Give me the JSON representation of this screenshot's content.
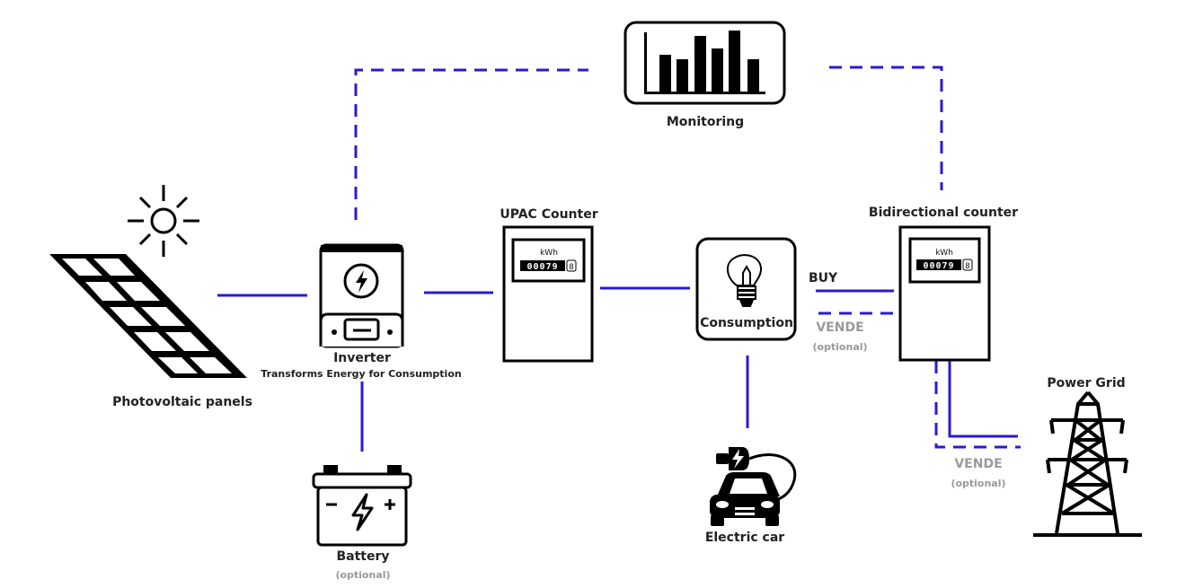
{
  "colors": {
    "line": "#2a1ad6",
    "icon": "#000000",
    "label": "#222222",
    "optional": "#9a9a9a"
  },
  "nodes": {
    "monitoring": {
      "label": "Monitoring",
      "icon": "bar-chart-icon"
    },
    "panels": {
      "label": "Photovoltaic panels",
      "icon": "solar-panel-icon"
    },
    "sun": {
      "icon": "sun-icon"
    },
    "inverter": {
      "label": "Inverter",
      "sublabel": "Transforms Energy for Consumption",
      "icon": "inverter-icon"
    },
    "battery": {
      "label": "Battery",
      "optional": "(optional)",
      "icon": "battery-icon"
    },
    "upac": {
      "label": "UPAC Counter",
      "unit": "kWh",
      "digits": "00079",
      "last_digit": "8",
      "icon": "meter-icon"
    },
    "consumption": {
      "label": "Consumption",
      "icon": "light-bulb-icon"
    },
    "car": {
      "label": "Electric car",
      "icon": "electric-car-icon"
    },
    "bidirectional": {
      "label": "Bidirectional counter",
      "unit": "kWh",
      "digits": "00079",
      "last_digit": "8",
      "icon": "meter-icon"
    },
    "grid": {
      "label": "Power Grid",
      "icon": "power-tower-icon"
    }
  },
  "flows": {
    "buy": {
      "label": "BUY"
    },
    "sell_consumption": {
      "label": "VENDE",
      "optional": "(optional)"
    },
    "sell_grid": {
      "label": "VENDE",
      "optional": "(optional)"
    }
  }
}
